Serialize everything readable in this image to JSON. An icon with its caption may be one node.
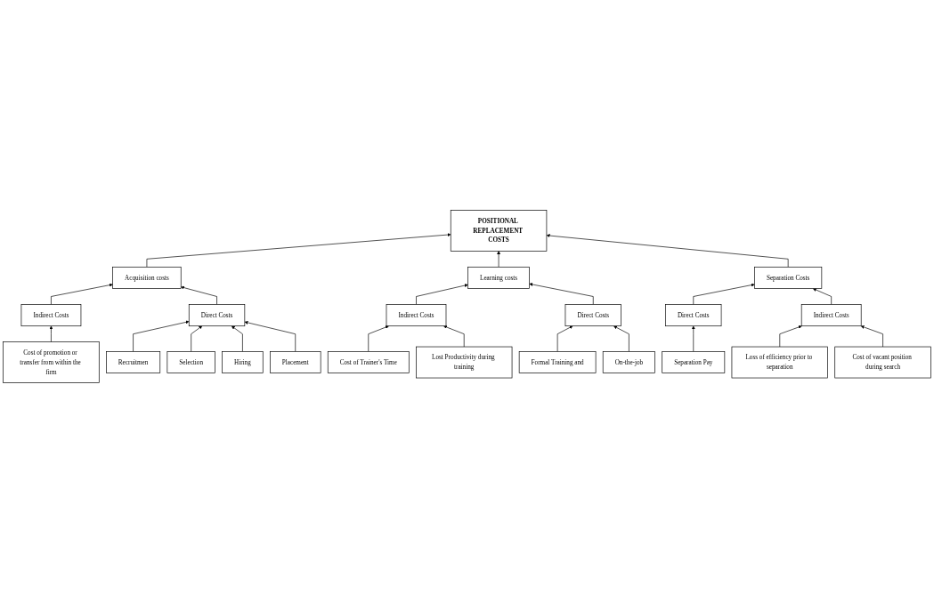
{
  "diagram": {
    "nodes": [
      {
        "text": [
          "Acquisition costs"
        ]
      },
      {
        "text": [
          "POSITIONAL REPLACEMENT COSTS"
        ]
      },
      {
        "text": [
          "Learning costs"
        ]
      },
      {
        "text": [
          "Indirect Costs"
        ]
      },
      {
        "text": [
          "Indirect Costs"
        ]
      },
      {
        "text": [
          "Direct Costs"
        ]
      },
      {
        "text": [
          "Direct Costs"
        ]
      },
      {
        "text": [
          "Cost of promotion or transfer from within the firm"
        ]
      },
      {
        "text": [
          "Recruitmen"
        ]
      },
      {
        "text": [
          "Cost of Trainer's Time"
        ]
      },
      {
        "text": [
          "Formal Training and"
        ]
      },
      {
        "text": [
          "Selection"
        ]
      },
      {
        "text": [
          "Lost Productivity during training"
        ]
      },
      {
        "text": [
          "Hiring"
        ]
      },
      {
        "text": [
          "Placement"
        ]
      },
      {
        "text": [
          "On-the-job"
        ]
      },
      {
        "text": [
          "Direct Costs"
        ]
      },
      {
        "text": [
          "Separation Costs"
        ]
      },
      {
        "text": [
          "Indirect Costs"
        ]
      },
      {
        "text": [
          "Separation Pay"
        ]
      },
      {
        "text": [
          "Loss of efficiency prior to separation"
        ]
      },
      {
        "text": [
          "Cost of vacant position during search"
        ]
      }
    ],
    "edges": [
      {
        "from": 0,
        "to": 1,
        "arrow": "to"
      },
      {
        "from": 2,
        "to": 1,
        "arrow": "to"
      },
      {
        "from": 17,
        "to": 1,
        "arrow": "to"
      },
      {
        "from": 3,
        "to": 0,
        "arrow": "to"
      },
      {
        "from": 5,
        "to": 0,
        "arrow": "to"
      },
      {
        "from": 7,
        "to": 3,
        "arrow": "to"
      },
      {
        "from": 8,
        "to": 5,
        "arrow": "to"
      },
      {
        "from": 11,
        "to": 5,
        "arrow": "to"
      },
      {
        "from": 13,
        "to": 5,
        "arrow": "to"
      },
      {
        "from": 14,
        "to": 5,
        "arrow": "to"
      },
      {
        "from": 4,
        "to": 2,
        "arrow": "to"
      },
      {
        "from": 6,
        "to": 2,
        "arrow": "to"
      },
      {
        "from": 9,
        "to": 4,
        "arrow": "to"
      },
      {
        "from": 12,
        "to": 4,
        "arrow": "to"
      },
      {
        "from": 10,
        "to": 6,
        "arrow": "to"
      },
      {
        "from": 15,
        "to": 6,
        "arrow": "to"
      },
      {
        "from": 16,
        "to": 17,
        "arrow": "to"
      },
      {
        "from": 18,
        "to": 17,
        "arrow": "to"
      },
      {
        "from": 19,
        "to": 16,
        "arrow": "to"
      },
      {
        "from": 20,
        "to": 18,
        "arrow": "to"
      },
      {
        "from": 21,
        "to": 18,
        "arrow": "to"
      }
    ]
  }
}
